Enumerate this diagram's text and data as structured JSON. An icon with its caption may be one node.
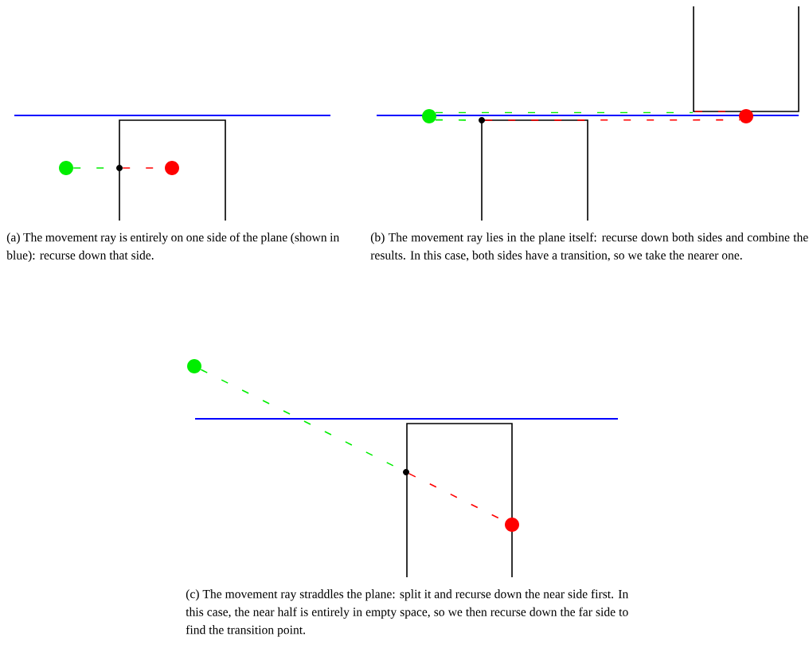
{
  "diagram": {
    "nodes": [
      {
        "text": [],
        "shape": "circle"
      },
      {
        "text": [],
        "shape": "circle"
      },
      {
        "text": [],
        "shape": "circle"
      },
      {
        "text": [],
        "shape": "circle"
      },
      {
        "text": [],
        "shape": "circle"
      },
      {
        "text": [],
        "shape": "circle"
      },
      {
        "text": [],
        "shape": "circle"
      },
      {
        "text": [],
        "shape": "circle"
      },
      {
        "text": [],
        "shape": "circle"
      }
    ],
    "edges": [
      {
        "from": 0,
        "to": 1,
        "arrow": "none",
        "style": "dashed",
        "color": "#00ee00"
      },
      {
        "from": 1,
        "to": 2,
        "arrow": "none",
        "style": "dashed",
        "color": "#ff0000"
      },
      {
        "from": 3,
        "to": 4,
        "arrow": "none",
        "style": "dashed",
        "color": "#00ee00"
      },
      {
        "from": 4,
        "to": 5,
        "arrow": "none",
        "style": "dashed",
        "color": "#ff0000"
      },
      {
        "from": 3,
        "to": 5,
        "arrow": "none",
        "style": "dashed",
        "color": "#00ee00"
      },
      {
        "from": 6,
        "to": 7,
        "arrow": "none",
        "style": "dashed",
        "color": "#00ee00"
      },
      {
        "from": 7,
        "to": 8,
        "arrow": "none",
        "style": "dashed",
        "color": "#ff0000"
      }
    ],
    "labels": [
      "(a) The movement ray is entirely on one side of the plane (shown in blue): recurse down that side.",
      "(b) The movement ray lies in the plane itself: recurse down both sides and combine the results. In this case, both sides have a transition, so we take the nearer one.",
      "(c) The movement ray straddles the plane: split it and recurse down the near side first. In this case, the near half is entirely in empty space, so we then recurse down the far side to find the transition point."
    ]
  }
}
